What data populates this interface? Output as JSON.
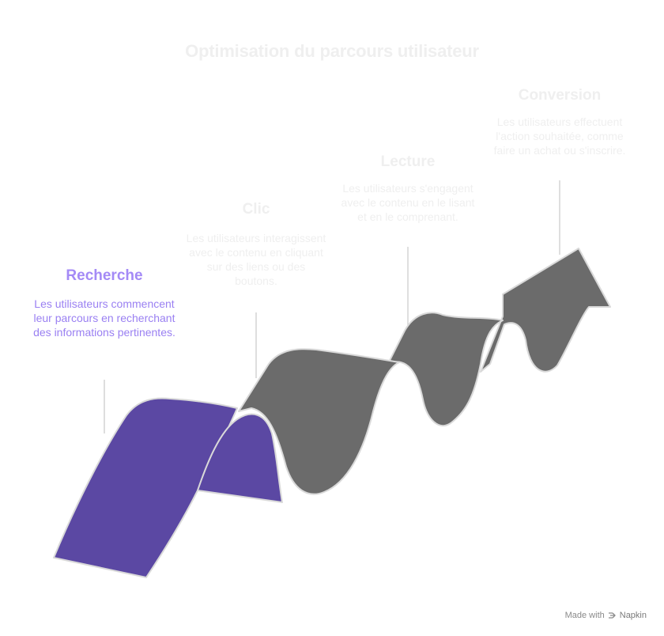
{
  "title": "Optimisation du parcours utilisateur",
  "steps": [
    {
      "title": "Recherche",
      "description": "Les utilisateurs commencent leur parcours en recherchant des informations pertinentes."
    },
    {
      "title": "Clic",
      "description": "Les utilisateurs interagissent avec le contenu en cliquant sur des liens ou des boutons."
    },
    {
      "title": "Lecture",
      "description": "Les utilisateurs s'engagent avec le contenu en le lisant et en le comprenant."
    },
    {
      "title": "Conversion",
      "description": "Les utilisateurs effectuent l'action souhaitée, comme faire un achat ou s'inscrire."
    }
  ],
  "colors": {
    "active": "#5b48a3",
    "inactive": "#6b6b6b",
    "outline": "#d9d9d9"
  },
  "footer": {
    "made_with": "Made with",
    "brand": "Napkin",
    "icon": "napkin-logo-icon"
  }
}
